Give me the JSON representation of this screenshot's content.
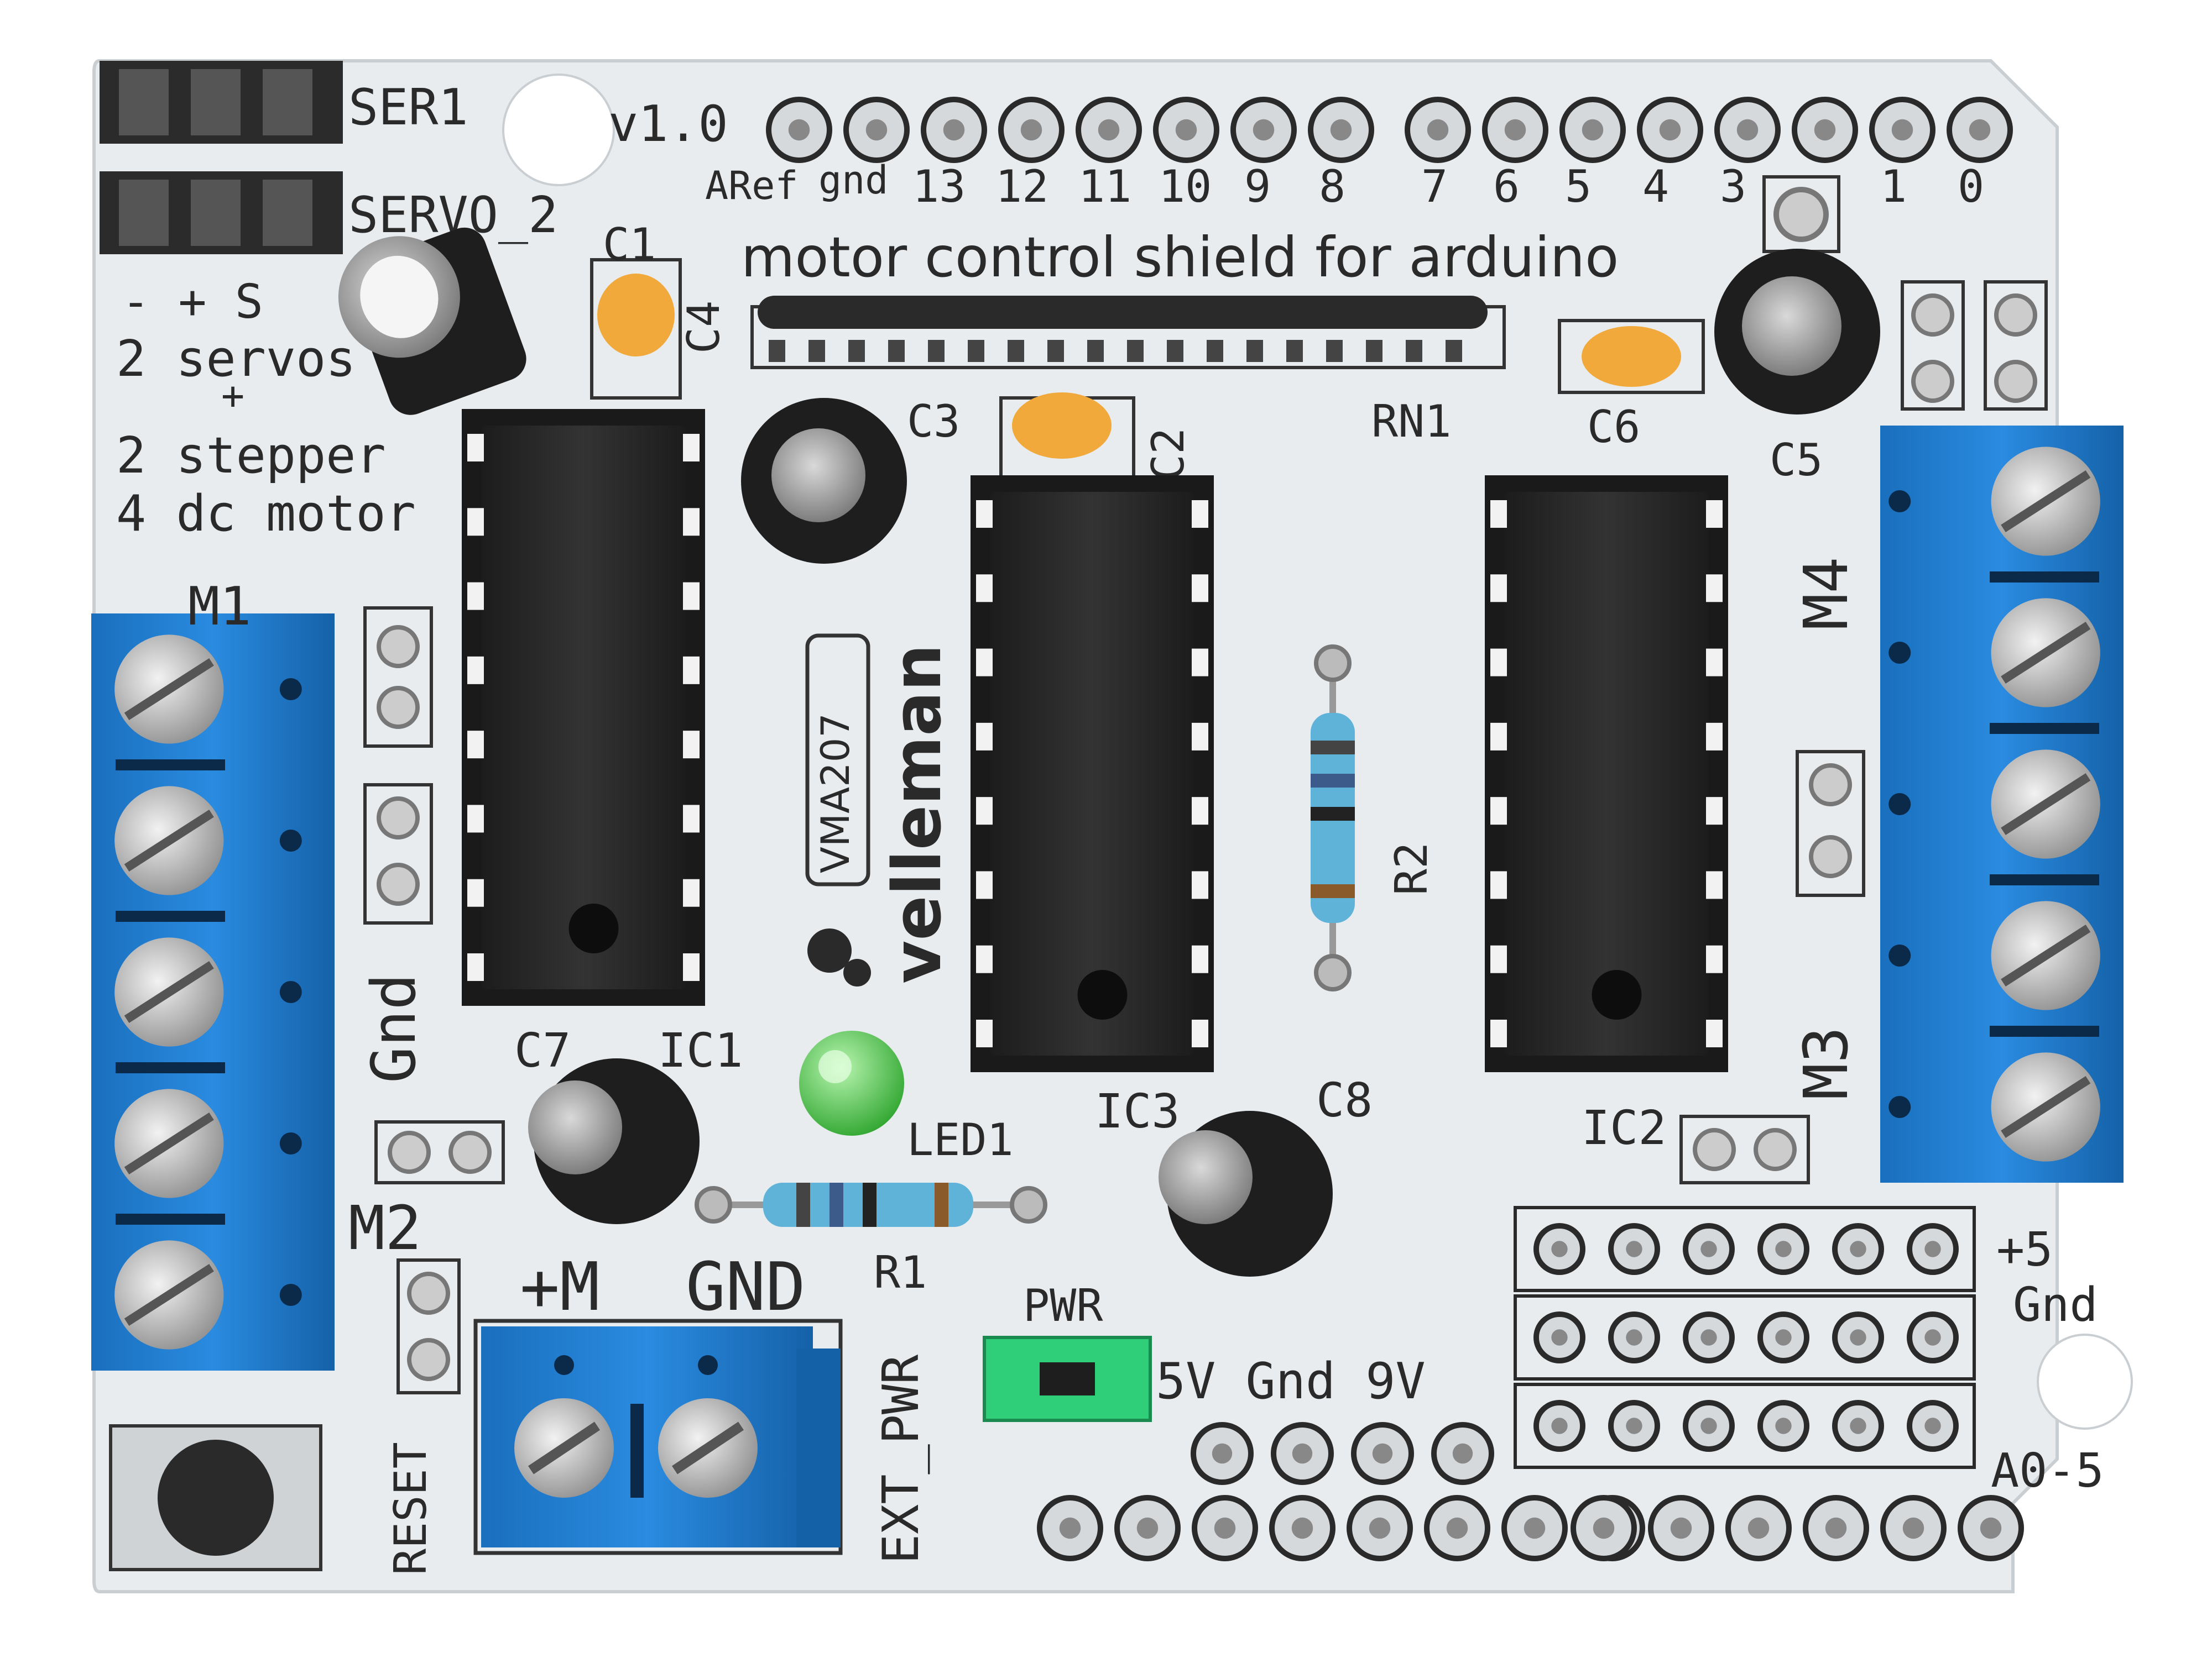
{
  "board": {
    "title": "motor control shield for arduino",
    "version": "v1.0",
    "headers_top_left": [
      "ARef",
      "gnd",
      "13",
      "12",
      "11",
      "10",
      "9",
      "8"
    ],
    "headers_top_right": [
      "7",
      "6",
      "5",
      "4",
      "3",
      "",
      "1",
      "0"
    ],
    "servo_labels": [
      "SER1",
      "SERVO_2"
    ],
    "servo_pins": "-  +  S",
    "description": [
      "2 servos",
      "+",
      "2 stepper",
      "4 dc motor"
    ],
    "motor_labels": [
      "M1",
      "M2",
      "M3",
      "M4"
    ],
    "components": {
      "c1": "C1",
      "c2": "C2",
      "c3": "C3",
      "c4": "C4",
      "c5": "C5",
      "c6": "C6",
      "c7": "C7",
      "c8": "C8",
      "ic1": "IC1",
      "ic2": "IC2",
      "ic3": "IC3",
      "rn1": "RN1",
      "r1": "R1",
      "r2": "R2",
      "led1": "LED1"
    },
    "power": {
      "plus_m": "+M",
      "gnd": "GND",
      "ext_pwr": "EXT_PWR",
      "pwr": "PWR",
      "jumper_options": "5V Gnd 9V",
      "reset": "RESET",
      "gnd_side": "Gnd"
    },
    "analog": {
      "plus5": "+5",
      "gnd": "Gnd",
      "a05": "A0-5"
    },
    "brand": {
      "name": "velleman",
      "model": "VMA207"
    }
  },
  "colors": {
    "pcb": "#e9edf0",
    "terminal_blue": "#1f7fd1",
    "chip": "#262626",
    "led": "#3fbf3f",
    "jumper": "#2fcf7a",
    "cap_yellow": "#f0a93a"
  }
}
